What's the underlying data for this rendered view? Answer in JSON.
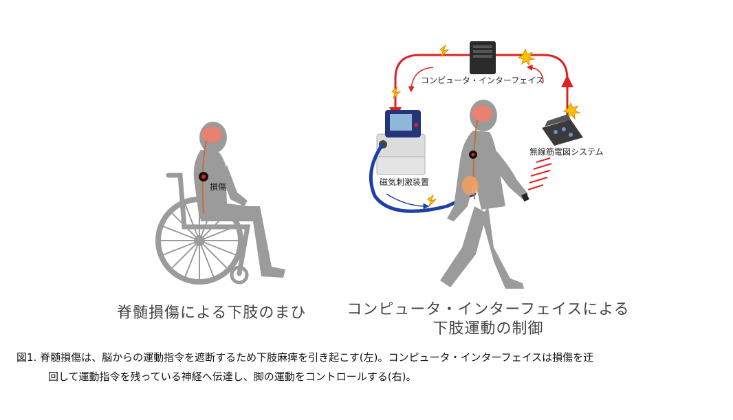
{
  "labels": {
    "injury": "損傷",
    "computer_interface": "コンピュータ・インターフェイス",
    "emg_system": "無線筋電図システム",
    "magnetic_stimulator": "磁気刺激装置"
  },
  "captions": {
    "left": "脊髄損傷による下肢のまひ",
    "right_line1": "コンピュータ・インターフェイスによる",
    "right_line2": "下肢運動の制御"
  },
  "figure_caption": {
    "line1": "図1. 脊髄損傷は、脳からの運動指令を遮断するため下肢麻痺を引き起こす(左)。コンピュータ・インターフェイスは損傷を迂",
    "line2": "回して運動指令を残っている神経へ伝達し、脚の運動をコントロールする(右)。"
  },
  "colors": {
    "figure_gray": "#9b9b9b",
    "brain": "#e8816f",
    "red_loop": "#e02020",
    "blue_cable": "#1f3fa8",
    "spark": "#f5c400"
  }
}
